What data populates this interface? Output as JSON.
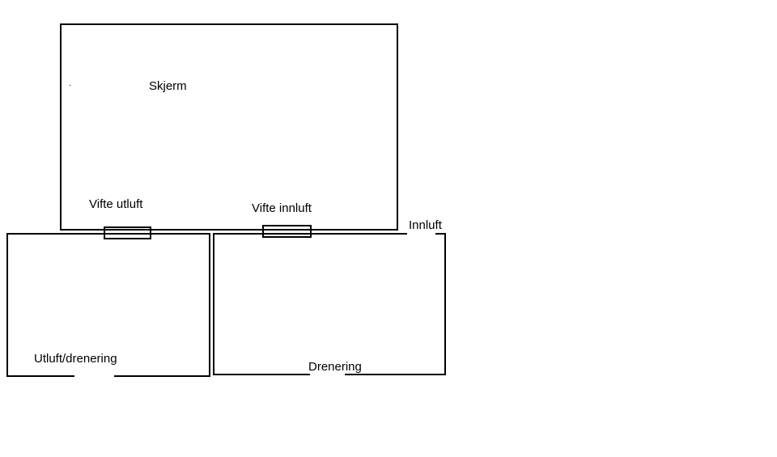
{
  "labels": {
    "screen": "Skjerm",
    "fan_exhaust": "Vifte utluft",
    "fan_intake": "Vifte innluft",
    "air_inlet": "Innluft",
    "exhaust_drain": "Utluft/drenering",
    "drain": "Drenering"
  },
  "colors": {
    "line": "#000000",
    "background": "#ffffff"
  }
}
